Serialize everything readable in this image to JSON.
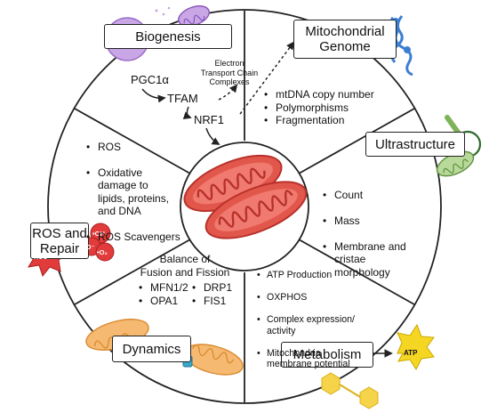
{
  "colors": {
    "outline": "#222222",
    "mito_red": "#e2574c",
    "mito_dark": "#b8312b",
    "orange": "#f0a04b",
    "purple": "#b48ad6",
    "green": "#7fb35a",
    "blue": "#3b7fd4",
    "atp_yellow": "#f5d623",
    "ros_red": "#e23b3b"
  },
  "center_icon": "mitochondrion-icon",
  "sections": {
    "biogenesis": {
      "title": "Biogenesis",
      "icons": [
        "cell-icon",
        "mitochondrion-icon"
      ],
      "nodes": {
        "pgc1a": "PGC1α",
        "tfam": "TFAM",
        "nrf1": "NRF1",
        "etc": "Electron\nTransport Chain\nComplexes"
      }
    },
    "mito_genome": {
      "title": "Mitochondrial\nGenome",
      "icons": [
        "dna-icon"
      ],
      "items": [
        "mtDNA copy number",
        "Polymorphisms",
        "Fragmentation"
      ]
    },
    "ultrastructure": {
      "title": "Ultrastructure",
      "icons": [
        "magnifier-icon",
        "mitochondrion-icon"
      ],
      "items": [
        "Count",
        "Mass",
        "Membrane and\ncristae\nmorphology"
      ]
    },
    "metabolism": {
      "title": "Metabolism",
      "icons": [
        "atp-icon",
        "molecule-icon"
      ],
      "atp_label": "ATP",
      "items": [
        "ATP Production",
        "OXPHOS",
        "Complex expression/\nactivity",
        "Mitochondria\nmembrane potential"
      ]
    },
    "dynamics": {
      "title": "Dynamics",
      "icons": [
        "fusing-mitochondria-icon"
      ],
      "heading": "Balance of\nFusion and Fission",
      "items_left": [
        "MFN1/2",
        "OPA1"
      ],
      "items_right": [
        "DRP1",
        "FIS1"
      ]
    },
    "ros": {
      "title": "ROS and\nRepair",
      "icons": [
        "ros-burst-icon",
        "radical-icon"
      ],
      "burst_label": "ROS",
      "radicals": [
        "•OH",
        "•O⁻",
        "•O₂"
      ],
      "items": [
        "ROS",
        "Oxidative\ndamage to\nlipids, proteins,\nand DNA",
        "ROS Scavengers"
      ]
    }
  }
}
